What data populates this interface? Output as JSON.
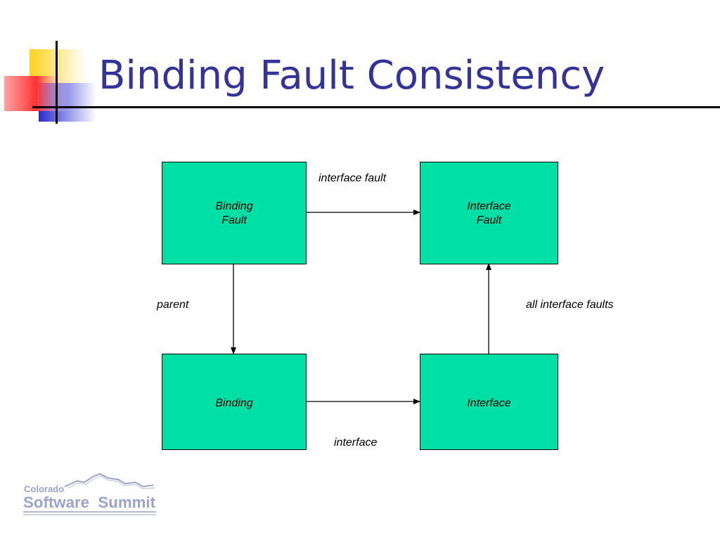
{
  "slide": {
    "title": "Binding Fault Consistency"
  },
  "diagram": {
    "nodes": {
      "binding_fault": [
        "Binding",
        "Fault"
      ],
      "interface_fault": [
        "Interface",
        "Fault"
      ],
      "binding": "Binding",
      "interface": "Interface"
    },
    "edges": {
      "interface_fault": "interface fault",
      "parent": "parent",
      "all_interface_faults": "all interface faults",
      "interface": "interface"
    },
    "box_color": "#00e0a6"
  },
  "logo": {
    "line1": "Colorado",
    "line2": "Software  Summit",
    "color": "#9aa3c9"
  },
  "colors": {
    "title": "#33339a"
  }
}
